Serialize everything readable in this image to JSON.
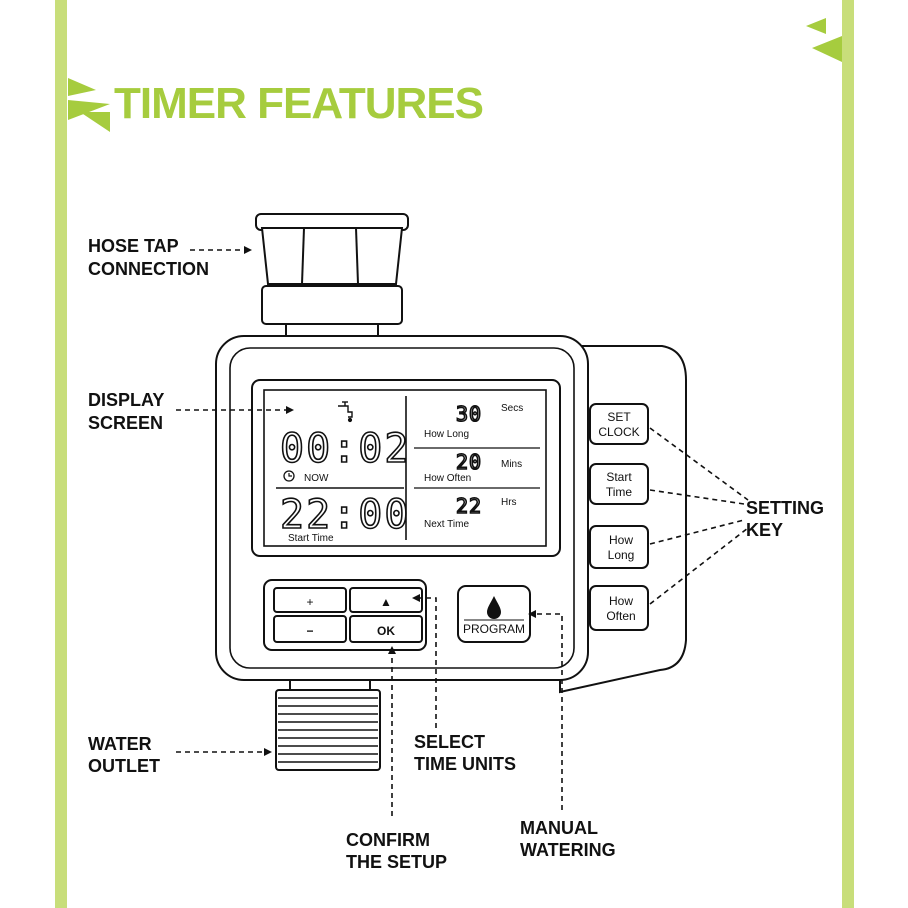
{
  "title": "TIMER FEATURES",
  "accent_color": "#a6cc3e",
  "labels": {
    "hose_tap": [
      "HOSE TAP",
      "CONNECTION"
    ],
    "display_screen": [
      "DISPLAY",
      "SCREEN"
    ],
    "setting_key": [
      "SETTING",
      "KEY"
    ],
    "water_outlet": [
      "WATER",
      "OUTLET"
    ],
    "select_time_units": [
      "SELECT",
      "TIME UNITS"
    ],
    "confirm_setup": [
      "CONFIRM",
      "THE SETUP"
    ],
    "manual_watering": [
      "MANUAL",
      "WATERING"
    ]
  },
  "display": {
    "now_time": "00:02",
    "now_label": "NOW",
    "start_time": "22:00",
    "start_label": "Start Time",
    "how_long_value": "30",
    "how_long_unit": "Secs",
    "how_long_label": "How Long",
    "how_often_value": "20",
    "how_often_unit": "Mins",
    "how_often_label": "How Often",
    "next_time_value": "22",
    "next_time_unit": "Hrs",
    "next_time_label": "Next Time"
  },
  "keys": {
    "set_clock": [
      "SET",
      "CLOCK"
    ],
    "start_time": [
      "Start",
      "Time"
    ],
    "how_long": [
      "How",
      "Long"
    ],
    "how_often": [
      "How",
      "Often"
    ]
  },
  "buttons": {
    "plus": "+",
    "minus": "−",
    "up": "▲",
    "ok": "OK",
    "program": "PROGRAM"
  }
}
